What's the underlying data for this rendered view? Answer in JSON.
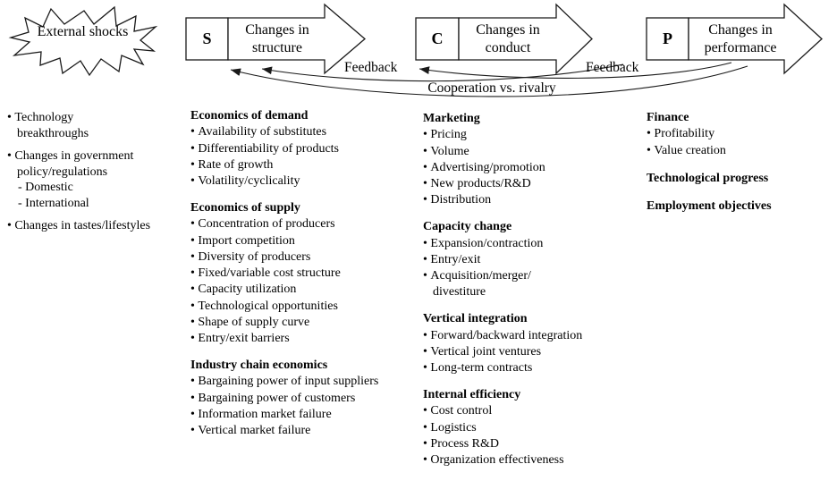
{
  "diagram": {
    "external_shocks": "External shocks",
    "arrows": [
      {
        "letter": "S",
        "label": "Changes in structure"
      },
      {
        "letter": "C",
        "label": "Changes in conduct"
      },
      {
        "letter": "P",
        "label": "Changes in performance"
      }
    ],
    "feedback_left": "Feedback",
    "feedback_right": "Feedback",
    "cooperation": "Cooperation vs. rivalry",
    "line_color": "#1a1a1a"
  },
  "columns": {
    "external_factors": {
      "sections": [
        {
          "items": [
            {
              "k": "bullet",
              "t": "Technology"
            },
            {
              "k": "cont",
              "t": "breakthroughs"
            }
          ]
        },
        {
          "items": [
            {
              "k": "bullet",
              "t": "Changes in government"
            },
            {
              "k": "cont",
              "t": "policy/regulations"
            },
            {
              "k": "dash",
              "t": "Domestic"
            },
            {
              "k": "dash",
              "t": "International"
            }
          ]
        },
        {
          "items": [
            {
              "k": "bullet",
              "t": "Changes in tastes/lifestyles"
            }
          ]
        }
      ]
    },
    "structure": {
      "sections": [
        {
          "title": "Economics of demand",
          "items": [
            {
              "k": "bullet",
              "t": "Availability of substitutes"
            },
            {
              "k": "bullet",
              "t": "Differentiability of products"
            },
            {
              "k": "bullet",
              "t": "Rate of growth"
            },
            {
              "k": "bullet",
              "t": "Volatility/cyclicality"
            }
          ]
        },
        {
          "title": "Economics of supply",
          "items": [
            {
              "k": "bullet",
              "t": "Concentration of producers"
            },
            {
              "k": "bullet",
              "t": "Import competition"
            },
            {
              "k": "bullet",
              "t": "Diversity of producers"
            },
            {
              "k": "bullet",
              "t": "Fixed/variable cost structure"
            },
            {
              "k": "bullet",
              "t": "Capacity utilization"
            },
            {
              "k": "bullet",
              "t": "Technological opportunities"
            },
            {
              "k": "bullet",
              "t": "Shape of supply curve"
            },
            {
              "k": "bullet",
              "t": "Entry/exit barriers"
            }
          ]
        },
        {
          "title": "Industry chain economics",
          "items": [
            {
              "k": "bullet",
              "t": "Bargaining power of input suppliers"
            },
            {
              "k": "bullet",
              "t": "Bargaining power of customers"
            },
            {
              "k": "bullet",
              "t": "Information market failure"
            },
            {
              "k": "bullet",
              "t": "Vertical market failure"
            }
          ]
        }
      ]
    },
    "conduct": {
      "sections": [
        {
          "title": "Marketing",
          "items": [
            {
              "k": "bullet",
              "t": "Pricing"
            },
            {
              "k": "bullet",
              "t": "Volume"
            },
            {
              "k": "bullet",
              "t": "Advertising/promotion"
            },
            {
              "k": "bullet",
              "t": "New products/R&D"
            },
            {
              "k": "bullet",
              "t": "Distribution"
            }
          ]
        },
        {
          "title": "Capacity change",
          "items": [
            {
              "k": "bullet",
              "t": "Expansion/contraction"
            },
            {
              "k": "bullet",
              "t": "Entry/exit"
            },
            {
              "k": "bullet",
              "t": "Acquisition/merger/"
            },
            {
              "k": "cont",
              "t": "divestiture"
            }
          ]
        },
        {
          "title": "Vertical integration",
          "items": [
            {
              "k": "bullet",
              "t": "Forward/backward integration"
            },
            {
              "k": "bullet",
              "t": "Vertical joint ventures"
            },
            {
              "k": "bullet",
              "t": "Long-term contracts"
            }
          ]
        },
        {
          "title": "Internal efficiency",
          "items": [
            {
              "k": "bullet",
              "t": "Cost control"
            },
            {
              "k": "bullet",
              "t": "Logistics"
            },
            {
              "k": "bullet",
              "t": "Process R&D"
            },
            {
              "k": "bullet",
              "t": "Organization effectiveness"
            }
          ]
        }
      ]
    },
    "performance": {
      "sections": [
        {
          "title": "Finance",
          "items": [
            {
              "k": "bullet",
              "t": "Profitability"
            },
            {
              "k": "bullet",
              "t": "Value creation"
            }
          ]
        },
        {
          "title": "Technological progress",
          "items": []
        },
        {
          "title": "Employment objectives",
          "items": []
        }
      ]
    }
  }
}
